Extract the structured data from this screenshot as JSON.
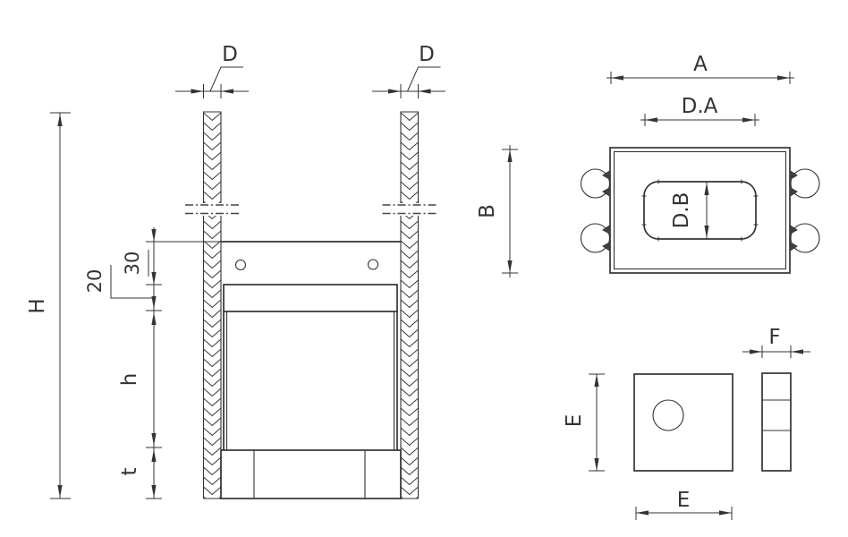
{
  "drawing_title": "bucket-on-ropes technical dimension drawing",
  "colors": {
    "background": "#ffffff",
    "line": "#333333",
    "text": "#333333"
  },
  "labels": {
    "H": "H",
    "v30": "30",
    "v20": "20",
    "h": "h",
    "t": "t",
    "D_left": "D",
    "D_right": "D",
    "A": "A",
    "DA": "D.A",
    "B": "B",
    "DB": "D.B",
    "E_height": "E",
    "E_width": "E",
    "F": "F"
  }
}
